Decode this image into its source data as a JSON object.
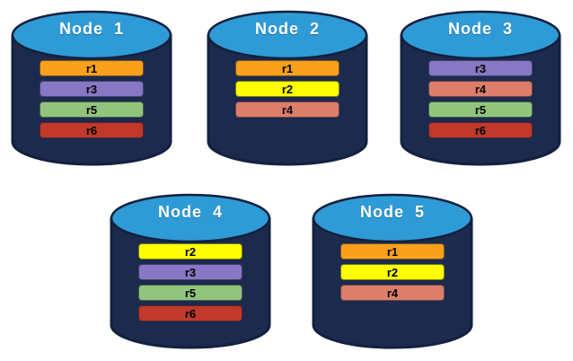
{
  "diagram": {
    "description_label": "replica-distribution-across-database-nodes"
  },
  "colors": {
    "cylinder_body": "#1C2A4D",
    "cylinder_outline": "#13203E",
    "cylinder_top": "#2E9BD6",
    "title_text": "#FFFFFF",
    "bar_text": "#000000",
    "replicas": {
      "r1": "#F9A11B",
      "r2": "#FFFF00",
      "r3": "#8878C3",
      "r4": "#DD7E6B",
      "r5": "#93C47D",
      "r6": "#C0392B"
    }
  },
  "nodes": [
    {
      "label": "Node  1",
      "replicas": [
        "r1",
        "r3",
        "r5",
        "r6"
      ]
    },
    {
      "label": "Node  2",
      "replicas": [
        "r1",
        "r2",
        "r4"
      ]
    },
    {
      "label": "Node  3",
      "replicas": [
        "r3",
        "r4",
        "r5",
        "r6"
      ]
    },
    {
      "label": "Node  4",
      "replicas": [
        "r2",
        "r3",
        "r5",
        "r6"
      ]
    },
    {
      "label": "Node  5",
      "replicas": [
        "r1",
        "r2",
        "r4"
      ]
    }
  ]
}
